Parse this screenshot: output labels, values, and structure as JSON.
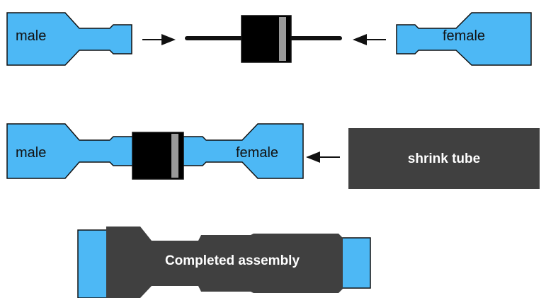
{
  "labels": {
    "male_top": "male",
    "female_top": "female",
    "male_mid": "male",
    "female_mid": "female",
    "shrink_tube": "shrink tube",
    "completed": "Completed assembly"
  },
  "colors": {
    "connector": "#4db8f5",
    "tube": "#404040",
    "diode_body": "#000000",
    "diode_band": "#9a9a9a",
    "outline": "#111111"
  }
}
